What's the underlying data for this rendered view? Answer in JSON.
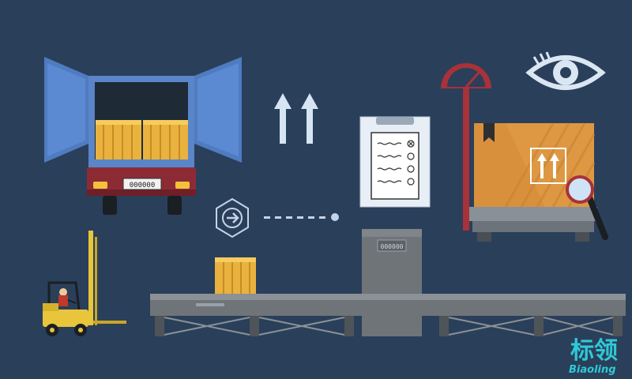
{
  "truck": {
    "plate": "000000"
  },
  "scanner": {
    "plate": "000000"
  },
  "logo": {
    "cn": "标领",
    "en": "Biaoling"
  },
  "colors": {
    "background": "#2a3f5a",
    "truck_door": "#4f7bc0",
    "truck_body": "#5a85c8",
    "truck_cab": "#8d2b35",
    "crate": "#e9b23f",
    "box": "#d9903c",
    "scale": "#a8323a",
    "forklift": "#e8c53a",
    "conveyor": "#6f7478",
    "clipboard": "#e8eef5",
    "eye": "#dbe6f3",
    "logo": "#2ec9d6"
  },
  "icons": [
    "truck-icon",
    "up-arrows-icon",
    "clipboard-icon",
    "eye-icon",
    "weighing-scale-icon",
    "package-box-icon",
    "magnifier-icon",
    "next-arrow-icon",
    "forklift-icon",
    "conveyor-icon",
    "crate-icon"
  ]
}
